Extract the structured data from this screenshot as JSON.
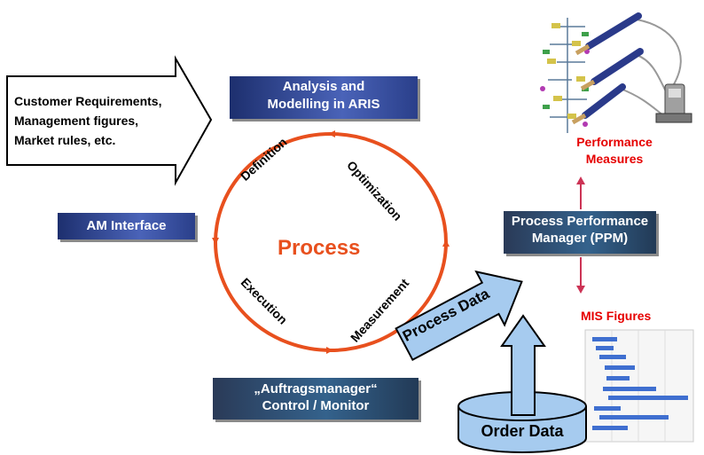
{
  "input_arrow": {
    "lines": [
      "Customer Requirements,",
      "Management figures,",
      "Market rules, etc."
    ]
  },
  "analysis_box": {
    "lines": [
      "Analysis and",
      "Modelling in ARIS"
    ]
  },
  "am_interface": {
    "label": "AM Interface"
  },
  "cycle": {
    "center": "Process",
    "phases": [
      "Definition",
      "Optimization",
      "Measurement",
      "Execution"
    ]
  },
  "auftrag_box": {
    "lines": [
      "„Auftragsmanager“",
      "Control /  Monitor"
    ]
  },
  "ppm_box": {
    "lines": [
      "Process Performance",
      "Manager (PPM)"
    ]
  },
  "performance_label": {
    "lines": [
      "Performance",
      "Measures"
    ]
  },
  "mis_label": {
    "text": "MIS Figures"
  },
  "process_data_arrow": {
    "label": "Process Data"
  },
  "order_data": {
    "label": "Order Data"
  },
  "colors": {
    "cycle": "#e8501e",
    "accent_red": "#e60000",
    "arrow_fill": "#a6cbef",
    "box_blue": "#3b55a8"
  }
}
